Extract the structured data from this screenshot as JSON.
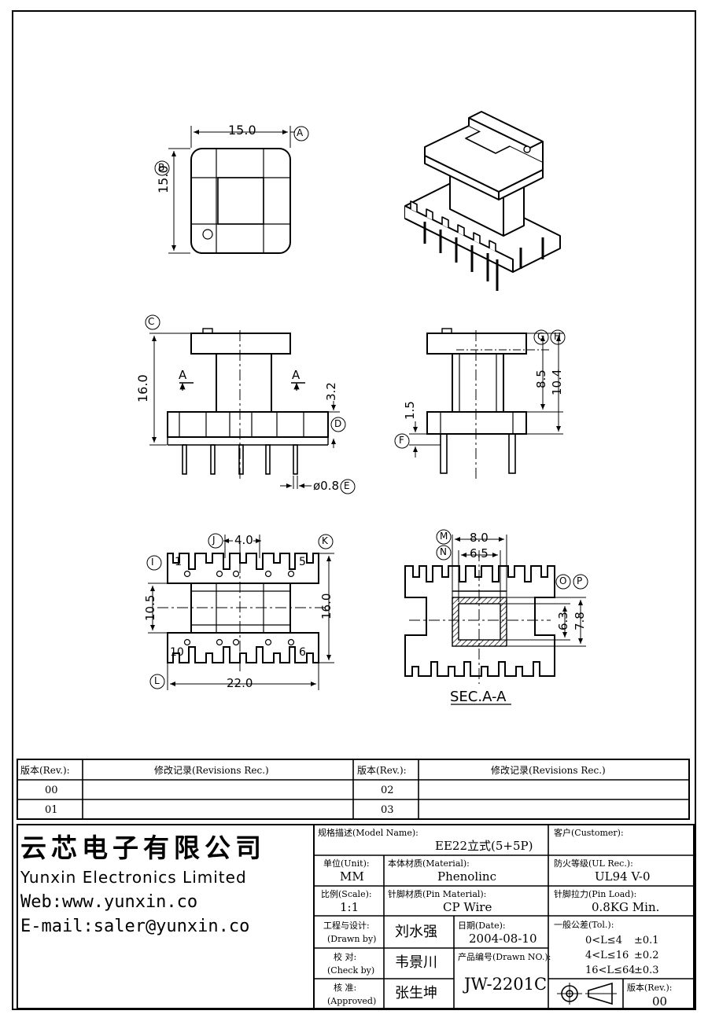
{
  "drawing": {
    "views": {
      "top": {
        "width": "15.0",
        "height": "15.0",
        "marker_a": "A",
        "marker_b": "B"
      },
      "front": {
        "height": "16.0",
        "section_mark": "A",
        "dim_flange": "3.2",
        "pin_dia": "ø0.8",
        "marker_c": "C",
        "marker_d": "D",
        "marker_e": "E"
      },
      "side": {
        "dim_85": "8.5",
        "dim_104": "10.4",
        "dim_15": "1.5",
        "marker_f": "F",
        "marker_g": "G",
        "marker_h": "H"
      },
      "bottom": {
        "dim_pitch": "4.0",
        "dim_105": "10.5",
        "dim_160": "16.0",
        "dim_220": "22.0",
        "marker_i": "I",
        "marker_j": "J",
        "marker_k": "K",
        "marker_l": "L",
        "pin_1": "1",
        "pin_5": "5",
        "pin_10": "10",
        "pin_6": "6"
      },
      "section": {
        "dim_80": "8.0",
        "dim_65": "6.5",
        "dim_63": "6.3",
        "dim_78": "7.8",
        "marker_m": "M",
        "marker_n": "N",
        "marker_o": "O",
        "marker_p": "P",
        "title": "SEC.A-A"
      }
    }
  },
  "revisions": {
    "header_rev": "版本(Rev.):",
    "header_rec": "修改记录(Revisions Rec.)",
    "rows_left": [
      "00",
      "01"
    ],
    "rows_right": [
      "02",
      "03"
    ]
  },
  "title_block": {
    "company_cn": "云芯电子有限公司",
    "company_en": "Yunxin Electronics Limited",
    "web": "Web:www.yunxin.co",
    "email": "E-mail:saler@yunxin.co",
    "model_name_label": "规格描述(Model Name):",
    "model_name": "EE22立式(5+5P)",
    "customer_label": "客户(Customer):",
    "customer": "",
    "unit_label": "单位(Unit):",
    "unit": "MM",
    "material_label": "本体材质(Material):",
    "material": "Phenolinc",
    "ul_label": "防火等级(UL Rec.):",
    "ul": "UL94 V-0",
    "scale_label": "比例(Scale):",
    "scale": "1:1",
    "pin_material_label": "针脚材质(Pin Material):",
    "pin_material": "CP Wire",
    "pin_load_label": "针脚拉力(Pin Load):",
    "pin_load": "0.8KG Min.",
    "drawn_label_cn": "工程与设计:",
    "drawn_label_en": "(Drawn by)",
    "drawn_by": "刘水强",
    "date_label": "日期(Date):",
    "date": "2004-08-10",
    "tol_label": "一般公差(Tol.):",
    "tol_rows": [
      {
        "range": "0<L≤4",
        "tol": "±0.1"
      },
      {
        "range": "4<L≤16",
        "tol": "±0.2"
      },
      {
        "range": "16<L≤64",
        "tol": "±0.3"
      }
    ],
    "check_label_cn": "校  对:",
    "check_label_en": "(Check by)",
    "check_by": "韦景川",
    "drawn_no_label": "产品编号(Drawn NO.):",
    "drawn_no": "JW-2201C",
    "approved_label_cn": "核  准:",
    "approved_label_en": "(Approved)",
    "approved_by": "张生坤",
    "rev_label": "版本(Rev.):",
    "rev": "00"
  }
}
